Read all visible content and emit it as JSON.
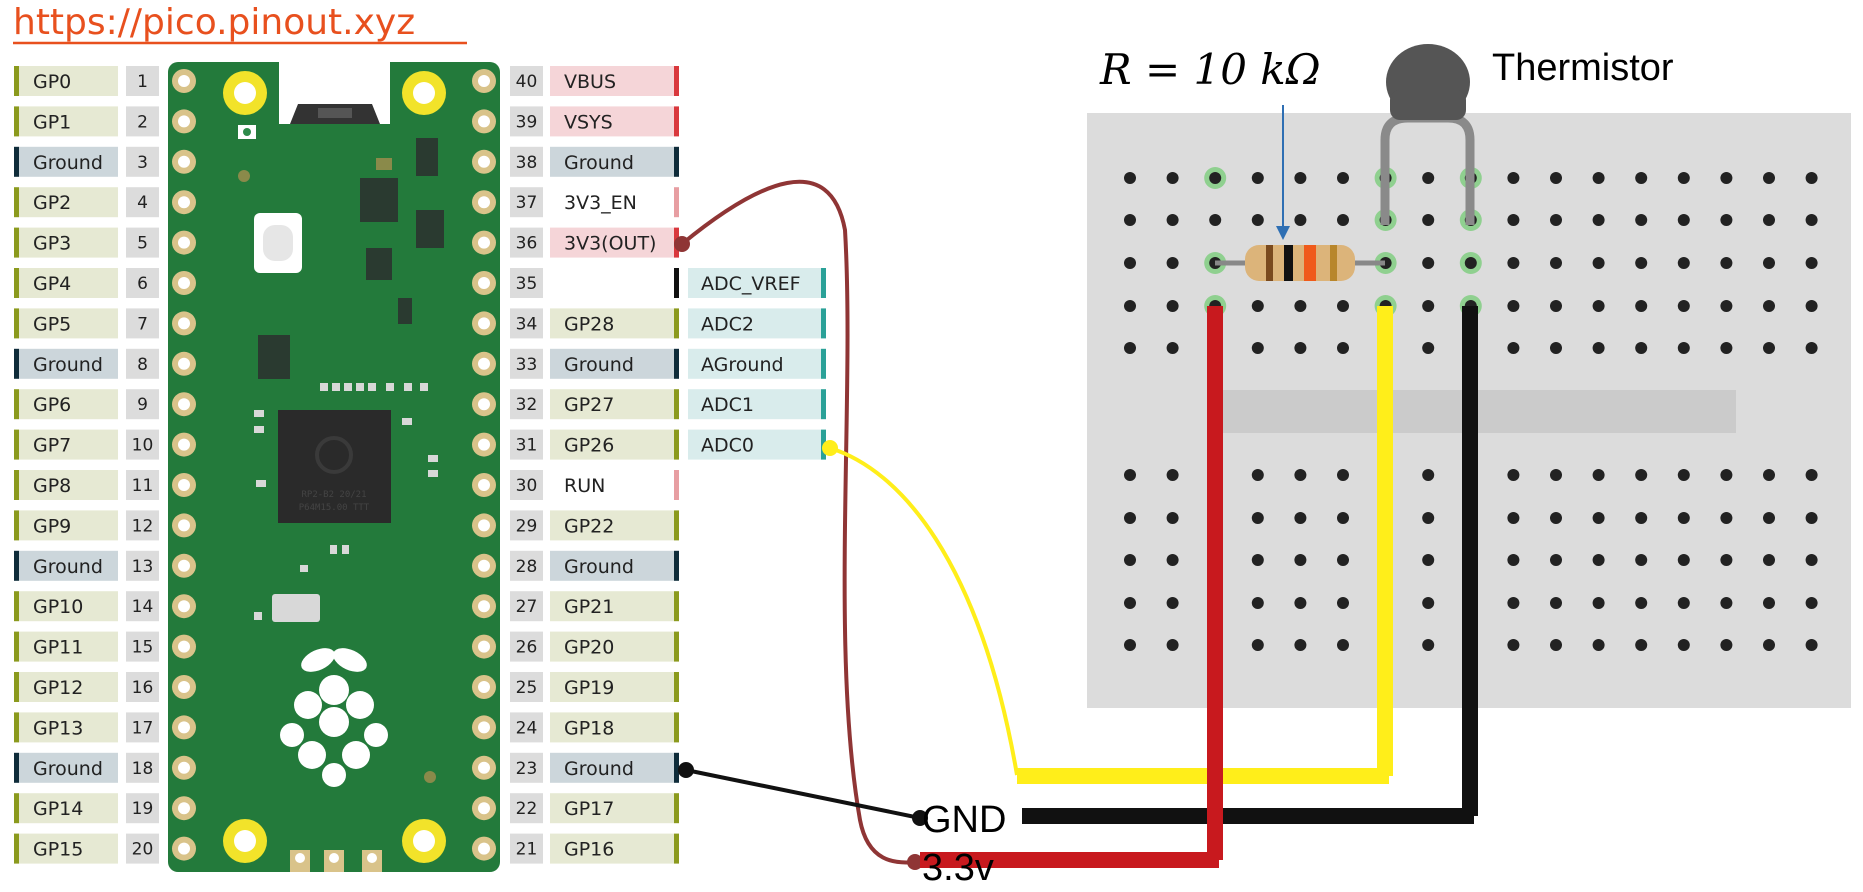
{
  "site_url": "https://pico.pinout.xyz",
  "resistor_label": "R = 10 kΩ",
  "thermistor_label": "Thermistor",
  "rail_labels": {
    "gnd": "GND",
    "v33": "3.3v"
  },
  "left_pins": [
    {
      "num": "1",
      "label": "GP0",
      "type": "gpio"
    },
    {
      "num": "2",
      "label": "GP1",
      "type": "gpio"
    },
    {
      "num": "3",
      "label": "Ground",
      "type": "ground"
    },
    {
      "num": "4",
      "label": "GP2",
      "type": "gpio"
    },
    {
      "num": "5",
      "label": "GP3",
      "type": "gpio"
    },
    {
      "num": "6",
      "label": "GP4",
      "type": "gpio"
    },
    {
      "num": "7",
      "label": "GP5",
      "type": "gpio"
    },
    {
      "num": "8",
      "label": "Ground",
      "type": "ground"
    },
    {
      "num": "9",
      "label": "GP6",
      "type": "gpio"
    },
    {
      "num": "10",
      "label": "GP7",
      "type": "gpio"
    },
    {
      "num": "11",
      "label": "GP8",
      "type": "gpio"
    },
    {
      "num": "12",
      "label": "GP9",
      "type": "gpio"
    },
    {
      "num": "13",
      "label": "Ground",
      "type": "ground"
    },
    {
      "num": "14",
      "label": "GP10",
      "type": "gpio"
    },
    {
      "num": "15",
      "label": "GP11",
      "type": "gpio"
    },
    {
      "num": "16",
      "label": "GP12",
      "type": "gpio"
    },
    {
      "num": "17",
      "label": "GP13",
      "type": "gpio"
    },
    {
      "num": "18",
      "label": "Ground",
      "type": "ground"
    },
    {
      "num": "19",
      "label": "GP14",
      "type": "gpio"
    },
    {
      "num": "20",
      "label": "GP15",
      "type": "gpio"
    }
  ],
  "right_pins": [
    {
      "num": "40",
      "label": "VBUS",
      "type": "power"
    },
    {
      "num": "39",
      "label": "VSYS",
      "type": "power"
    },
    {
      "num": "38",
      "label": "Ground",
      "type": "ground"
    },
    {
      "num": "37",
      "label": "3V3_EN",
      "type": "control"
    },
    {
      "num": "36",
      "label": "3V3(OUT)",
      "type": "power"
    },
    {
      "num": "35",
      "label": "",
      "type": "blank",
      "adc": "ADC_VREF"
    },
    {
      "num": "34",
      "label": "GP28",
      "type": "gpio",
      "adc": "ADC2"
    },
    {
      "num": "33",
      "label": "Ground",
      "type": "ground",
      "adc": "AGround"
    },
    {
      "num": "32",
      "label": "GP27",
      "type": "gpio",
      "adc": "ADC1"
    },
    {
      "num": "31",
      "label": "GP26",
      "type": "gpio",
      "adc": "ADC0"
    },
    {
      "num": "30",
      "label": "RUN",
      "type": "control"
    },
    {
      "num": "29",
      "label": "GP22",
      "type": "gpio"
    },
    {
      "num": "28",
      "label": "Ground",
      "type": "ground"
    },
    {
      "num": "27",
      "label": "GP21",
      "type": "gpio"
    },
    {
      "num": "26",
      "label": "GP20",
      "type": "gpio"
    },
    {
      "num": "25",
      "label": "GP19",
      "type": "gpio"
    },
    {
      "num": "24",
      "label": "GP18",
      "type": "gpio"
    },
    {
      "num": "23",
      "label": "Ground",
      "type": "ground"
    },
    {
      "num": "22",
      "label": "GP17",
      "type": "gpio"
    },
    {
      "num": "21",
      "label": "GP16",
      "type": "gpio"
    }
  ],
  "colors": {
    "url": "#e8501e",
    "board": "#237a3b",
    "gpio_bg": "#e6e9d3",
    "gpio_bar": "#8b9a1d",
    "ground_bg": "#ccd6db",
    "ground_bar": "#0f2c3a",
    "power_bg": "#f5d5d8",
    "power_bar": "#d9383d",
    "control_bar": "#e79ea2",
    "adc_bg": "#d9ecec",
    "adc_bar": "#2aa198",
    "num_bg": "#dcdcdc",
    "wire_red": "#c8191e",
    "wire_yellow": "#ffee1a",
    "wire_black": "#111111",
    "wire_brown": "#8f3535"
  }
}
